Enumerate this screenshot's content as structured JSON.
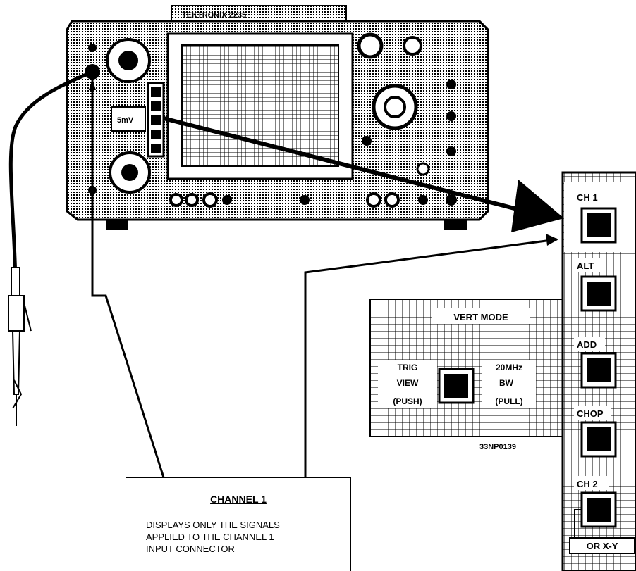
{
  "scope": {
    "brand_text": "TEKTRONIX 2235"
  },
  "panel": {
    "buttons": [
      {
        "label": "CH 1"
      },
      {
        "label": "ALT"
      },
      {
        "label": "ADD"
      },
      {
        "label": "CHOP"
      },
      {
        "label": "CH 2"
      }
    ],
    "xy_label": "OR X-Y",
    "vert_mode_label": "VERT MODE",
    "trig_view": [
      "TRIG",
      "VIEW",
      "(PUSH)"
    ],
    "bw_limit": [
      "20MHz",
      "BW",
      "(PULL)"
    ],
    "figure_id": "33NP0139"
  },
  "callout": {
    "title": "CHANNEL 1",
    "lines": [
      "DISPLAYS ONLY THE SIGNALS",
      "APPLIED TO THE CHANNEL 1",
      "INPUT CONNECTOR"
    ]
  },
  "colors": {
    "ink": "#000000",
    "paper": "#ffffff"
  }
}
